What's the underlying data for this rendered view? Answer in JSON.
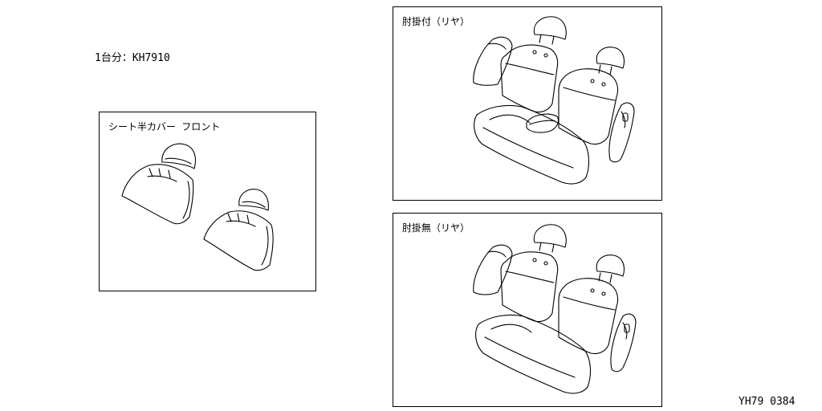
{
  "set_label": "1台分：KH7910",
  "panels": {
    "front": {
      "title": "シート半カバー フロント"
    },
    "rear_with_armrest": {
      "title": "肘掛付（リヤ）"
    },
    "rear_without_armrest": {
      "title": "肘掛無（リヤ）"
    }
  },
  "figure_code": "YH79 0384"
}
